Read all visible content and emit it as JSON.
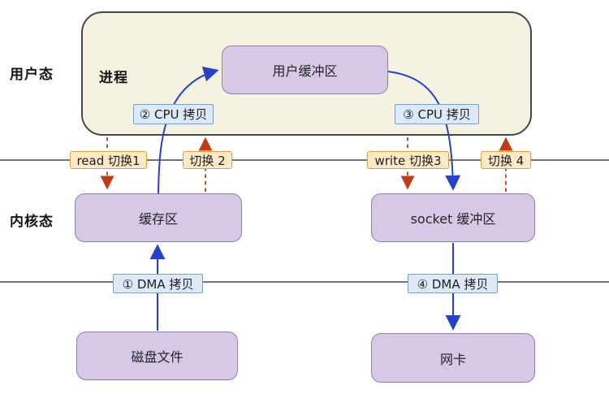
{
  "colors": {
    "page_bg": "#ffffff",
    "text": "#1c1c1c",
    "process_fill": "#f6f2e1",
    "process_border": "#474747",
    "node_fill": "#d8c8e8",
    "node_border": "#8f7fae",
    "blue_badge_fill": "#dce9f9",
    "blue_badge_border": "#7e9ec4",
    "orange_badge_fill": "#fde8c8",
    "orange_badge_border": "#d8a23c",
    "blue_arrow": "#2543c9",
    "red_arrow": "#c13c15",
    "divider": "#5f5f5f"
  },
  "regions": {
    "user_mode_label": "用户态",
    "kernel_mode_label": "内核态",
    "process_label": "进程"
  },
  "nodes": {
    "user_buffer": {
      "label": "用户缓冲区"
    },
    "kernel_buffer": {
      "label": "缓存区"
    },
    "socket_buffer": {
      "label": "socket 缓冲区"
    },
    "disk_file": {
      "label": "磁盘文件"
    },
    "nic": {
      "label": "网卡"
    }
  },
  "copy_badges": {
    "dma_1": {
      "label": "① DMA 拷贝"
    },
    "cpu_2": {
      "label": "② CPU 拷贝"
    },
    "cpu_3": {
      "label": "③ CPU 拷贝"
    },
    "dma_4": {
      "label": "④ DMA 拷贝"
    }
  },
  "switch_badges": {
    "switch_1": {
      "label": "read 切换1"
    },
    "switch_2": {
      "label": "切换 2"
    },
    "switch_3": {
      "label": "write 切换3"
    },
    "switch_4": {
      "label": "切换 4"
    }
  }
}
